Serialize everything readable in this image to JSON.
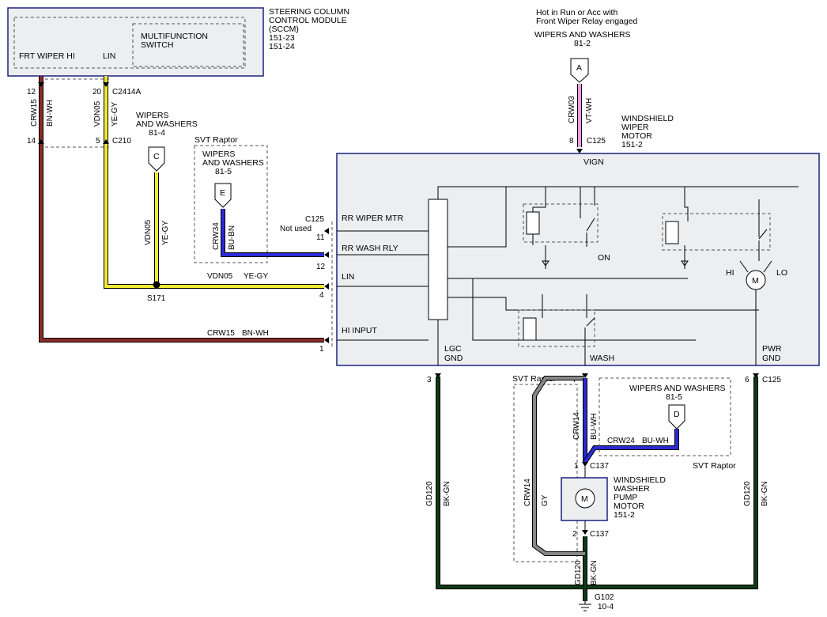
{
  "sccm": {
    "title_lines": [
      "STEERING COLUMN",
      "CONTROL MODULE",
      "(SCCM)",
      "151-23",
      "151-24"
    ],
    "switch_lines": [
      "MULTIFUNCTION",
      "SWITCH"
    ],
    "frt_wiper_hi": "FRT WIPER HI",
    "lin": "LIN"
  },
  "connectors": {
    "c2414a": "C2414A",
    "c210": "C210",
    "c125_top": "C125",
    "c125_right": "C125",
    "c137_top": "C137",
    "c137_bottom": "C137",
    "c125_left": "C125",
    "not_used": "Not used"
  },
  "pins": {
    "p12_top": "12",
    "p14": "14",
    "p20": "20",
    "p5": "5",
    "p8": "8",
    "p11": "11",
    "p12_left": "12",
    "p4": "4",
    "p1": "1",
    "p3": "3",
    "p7": "7",
    "p6": "6",
    "p1_pump": "1",
    "p2_pump": "2"
  },
  "wires": {
    "crw15_v": "CRW15",
    "bn_wh_v": "BN-WH",
    "vdn05_v": "VDN05",
    "ye_gy_v": "YE-GY",
    "vdn05_v2": "VDN05",
    "ye_gy_v2": "YE-GY",
    "crw34": "CRW34",
    "bu_bn": "BU-BN",
    "vdn05_h": "VDN05",
    "ye_gy_h": "YE-GY",
    "crw15_h": "CRW15",
    "bn_wh_h": "BN-WH",
    "crw03": "CRW03",
    "vt_wh": "VT-WH",
    "gd120_l": "GD120",
    "bk_gn_l": "BK-GN",
    "gd120_r": "GD120",
    "bk_gn_r": "BK-GN",
    "crw14_bu": "CRW14",
    "bu_wh": "BU-WH",
    "crw24": "CRW24",
    "bu_wh_h": "BU-WH",
    "crw14_gy": "CRW14",
    "gy": "GY",
    "gd120_m": "GD120",
    "bk_gn_m": "BK-GN"
  },
  "refs": {
    "c_title": [
      "WIPERS",
      "AND WASHERS",
      "81-4"
    ],
    "c_letter": "C",
    "svt_raptor_1": "SVT Raptor",
    "e_title": [
      "WIPERS",
      "AND WASHERS",
      "81-5"
    ],
    "e_letter": "E",
    "a_title": [
      "Hot in Run or Acc with",
      "Front Wiper Relay engaged",
      "WIPERS AND WASHERS",
      "81-2"
    ],
    "a_letter": "A",
    "d_title": [
      "WIPERS AND WASHERS",
      "81-5"
    ],
    "d_letter": "D",
    "svt_raptor_2": "SVT Raptor",
    "svt_raptor_3": "SVT Raptor"
  },
  "splice": "S171",
  "motor": {
    "title_lines": [
      "WINDSHIELD",
      "WIPER",
      "MOTOR",
      "151-2"
    ],
    "vign": "VIGN",
    "rr_wiper_mtr": "RR WIPER MTR",
    "rr_wash_rly": "RR WASH RLY",
    "lin": "LIN",
    "hi_input": "HI INPUT",
    "on": "ON",
    "wash": "WASH",
    "hi": "HI",
    "lo": "LO",
    "m": "M",
    "lgc_gnd": [
      "LGC",
      "GND"
    ],
    "pwr_gnd": [
      "PWR",
      "GND"
    ]
  },
  "pump": {
    "title_lines": [
      "WINDSHIELD",
      "WASHER",
      "PUMP",
      "MOTOR",
      "151-2"
    ],
    "m": "M"
  },
  "ground": {
    "id": "G102",
    "ref": "10-4"
  },
  "colors": {
    "bn_wh": "#8b2a2a",
    "ye_gy": "#f1ea33",
    "bu": "#2a2ad6",
    "vt_wh": "#f19ae6",
    "bk_gn": "#0f3a16",
    "gy": "#888888",
    "frame": "#1a237e"
  }
}
